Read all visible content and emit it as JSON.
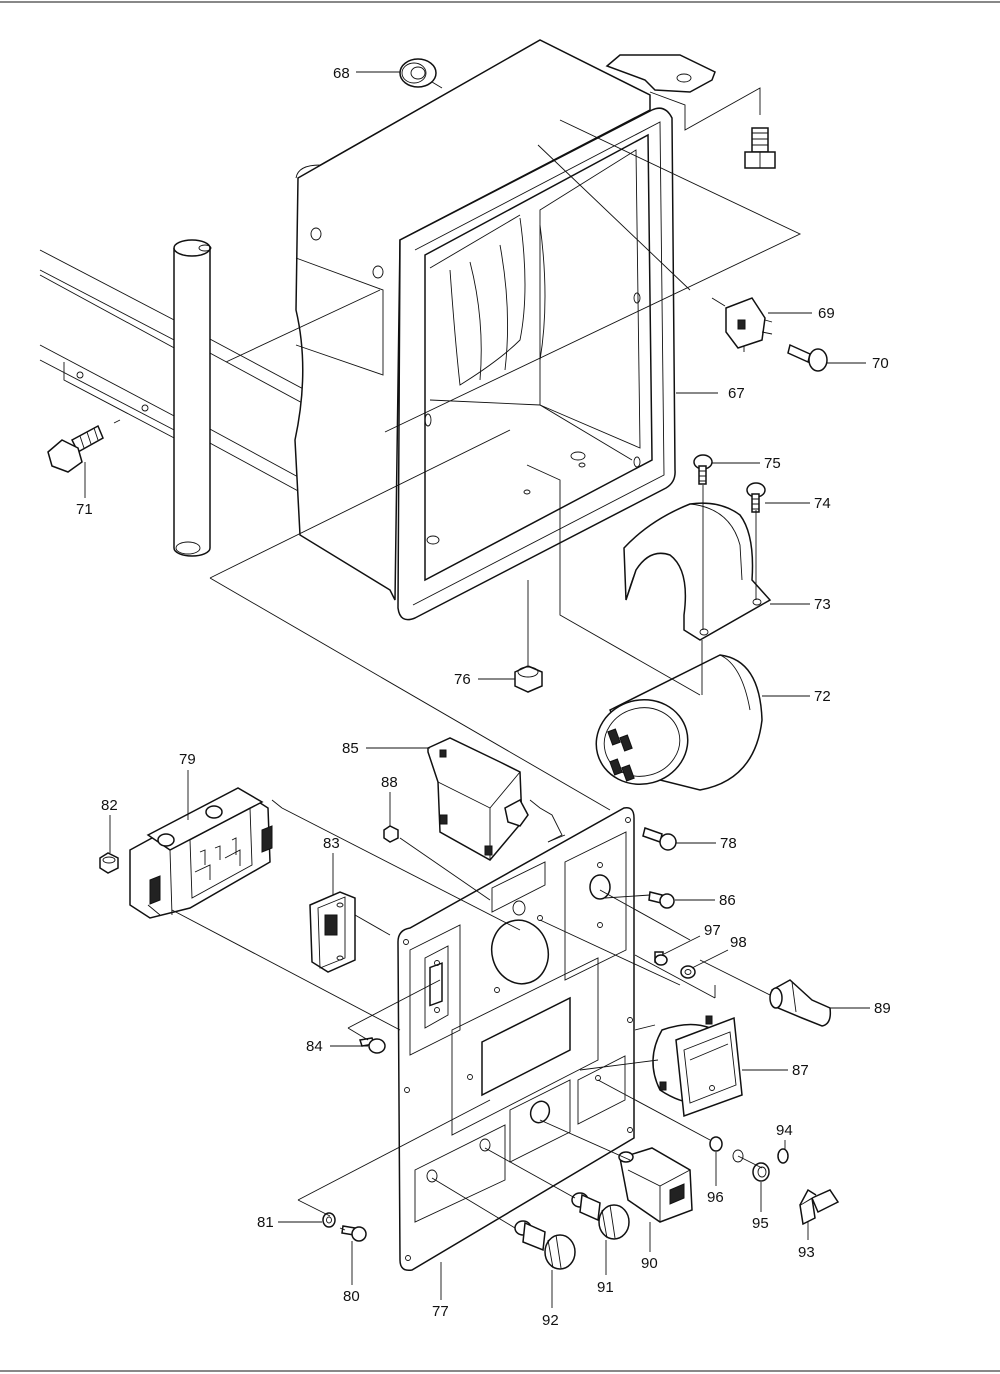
{
  "callouts": [
    {
      "id": "67",
      "label": "67"
    },
    {
      "id": "68",
      "label": "68"
    },
    {
      "id": "69",
      "label": "69"
    },
    {
      "id": "70",
      "label": "70"
    },
    {
      "id": "71",
      "label": "71"
    },
    {
      "id": "72",
      "label": "72"
    },
    {
      "id": "73",
      "label": "73"
    },
    {
      "id": "74",
      "label": "74"
    },
    {
      "id": "75",
      "label": "75"
    },
    {
      "id": "76",
      "label": "76"
    },
    {
      "id": "77",
      "label": "77"
    },
    {
      "id": "78",
      "label": "78"
    },
    {
      "id": "79",
      "label": "79"
    },
    {
      "id": "80",
      "label": "80"
    },
    {
      "id": "81",
      "label": "81"
    },
    {
      "id": "82",
      "label": "82"
    },
    {
      "id": "83",
      "label": "83"
    },
    {
      "id": "84",
      "label": "84"
    },
    {
      "id": "85",
      "label": "85"
    },
    {
      "id": "86",
      "label": "86"
    },
    {
      "id": "87",
      "label": "87"
    },
    {
      "id": "88",
      "label": "88"
    },
    {
      "id": "89",
      "label": "89"
    },
    {
      "id": "90",
      "label": "90"
    },
    {
      "id": "91",
      "label": "91"
    },
    {
      "id": "92",
      "label": "92"
    },
    {
      "id": "93",
      "label": "93"
    },
    {
      "id": "94",
      "label": "94"
    },
    {
      "id": "95",
      "label": "95"
    },
    {
      "id": "96",
      "label": "96"
    },
    {
      "id": "97",
      "label": "97"
    },
    {
      "id": "98",
      "label": "98"
    }
  ]
}
